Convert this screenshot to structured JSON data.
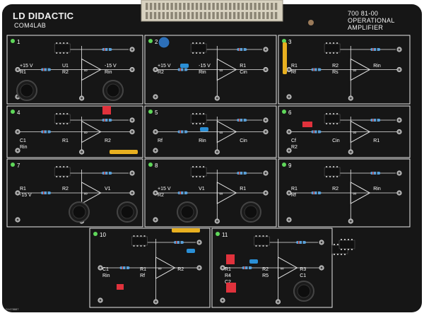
{
  "board": {
    "brand": "LD DIDACTIC",
    "sub_brand": "COM4LAB",
    "model_number": "700 81-00",
    "model_line1": "OPERATIONAL",
    "model_line2": "AMPLIFIER",
    "corner_code": "D1478887"
  },
  "colors": {
    "board": "#161616",
    "silkscreen": "#e8e8e8",
    "connector": "#d8d2c0",
    "potentiometer": "#1b1b1b",
    "chip": "#101010",
    "capacitor_red": "#e0323c",
    "capacitor_blue": "#2a8fd6",
    "led_green": "#5fd85a",
    "strip_yellow": "#e8b020"
  },
  "panels": [
    {
      "number": "1",
      "labels": [
        "+15 V",
        "U1",
        "-15 V",
        "R1",
        "R2",
        "Rin"
      ]
    },
    {
      "number": "2",
      "labels": [
        "+15 V",
        "-15 V",
        "R1",
        "R2",
        "Rin",
        "Cin"
      ]
    },
    {
      "number": "3",
      "labels": [
        "R1",
        "R2",
        "Rin",
        "Rf",
        "Rs"
      ]
    },
    {
      "number": "4",
      "labels": [
        "C1",
        "R1",
        "R2",
        "Rin"
      ]
    },
    {
      "number": "5",
      "labels": [
        "Rf",
        "Rin",
        "Cin"
      ]
    },
    {
      "number": "6",
      "labels": [
        "Cf",
        "Cin",
        "R1",
        "R2"
      ]
    },
    {
      "number": "7",
      "labels": [
        "R1",
        "R2",
        "V1",
        "-15 V"
      ]
    },
    {
      "number": "8",
      "labels": [
        "+15 V",
        "V1",
        "R1",
        "R2"
      ]
    },
    {
      "number": "9",
      "labels": [
        "R1",
        "R2",
        "Rin",
        "Rf"
      ]
    },
    {
      "number": "10",
      "labels": [
        "C1",
        "R1",
        "R2",
        "Rin",
        "Rf"
      ]
    },
    {
      "number": "11",
      "labels": [
        "R1",
        "R2",
        "R3",
        "R4",
        "R5",
        "C1",
        "C2"
      ]
    }
  ]
}
